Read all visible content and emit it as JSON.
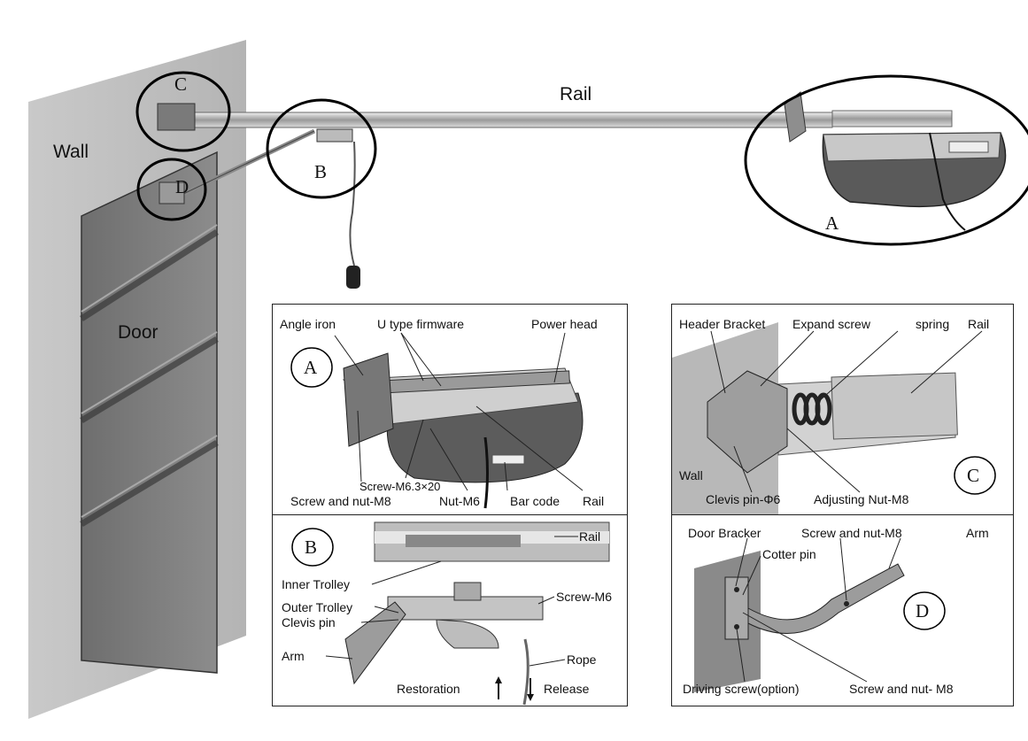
{
  "overview": {
    "wall": "Wall",
    "door": "Door",
    "rail": "Rail",
    "callouts": {
      "a": "A",
      "b": "B",
      "c": "C",
      "d": "D"
    }
  },
  "panel_a": {
    "badge": "A",
    "labels": {
      "angle_iron": "Angle iron",
      "u_type_firmware": "U type firmware",
      "power_head": "Power head",
      "screw_m63": "Screw-M6.3×20",
      "screw_nut_m8": "Screw and nut-M8",
      "nut_m6": "Nut-M6",
      "bar_code": "Bar code",
      "rail": "Rail"
    }
  },
  "panel_b": {
    "badge": "B",
    "labels": {
      "rail": "Rail",
      "inner_trolley": "Inner Trolley",
      "screw_m6": "Screw-M6",
      "outer_trolley": "Outer Trolley",
      "clevis_pin": "Clevis pin",
      "arm": "Arm",
      "rope": "Rope",
      "restoration": "Restoration",
      "release": "Release"
    }
  },
  "panel_c": {
    "badge": "C",
    "labels": {
      "header_bracket": "Header Bracket",
      "expand_screw": "Expand screw",
      "spring": "spring",
      "rail": "Rail",
      "wall": "Wall",
      "clevis_pin": "Clevis pin-Φ6",
      "adjusting_nut": "Adjusting Nut-M8"
    }
  },
  "panel_d": {
    "badge": "D",
    "labels": {
      "door_bracker": "Door Bracker",
      "screw_nut_m8": "Screw and nut-M8",
      "arm": "Arm",
      "cotter_pin": "Cotter pin",
      "driving_screw": "Driving screw(option)",
      "screw_nut_m8_b": "Screw and nut- M8"
    }
  }
}
